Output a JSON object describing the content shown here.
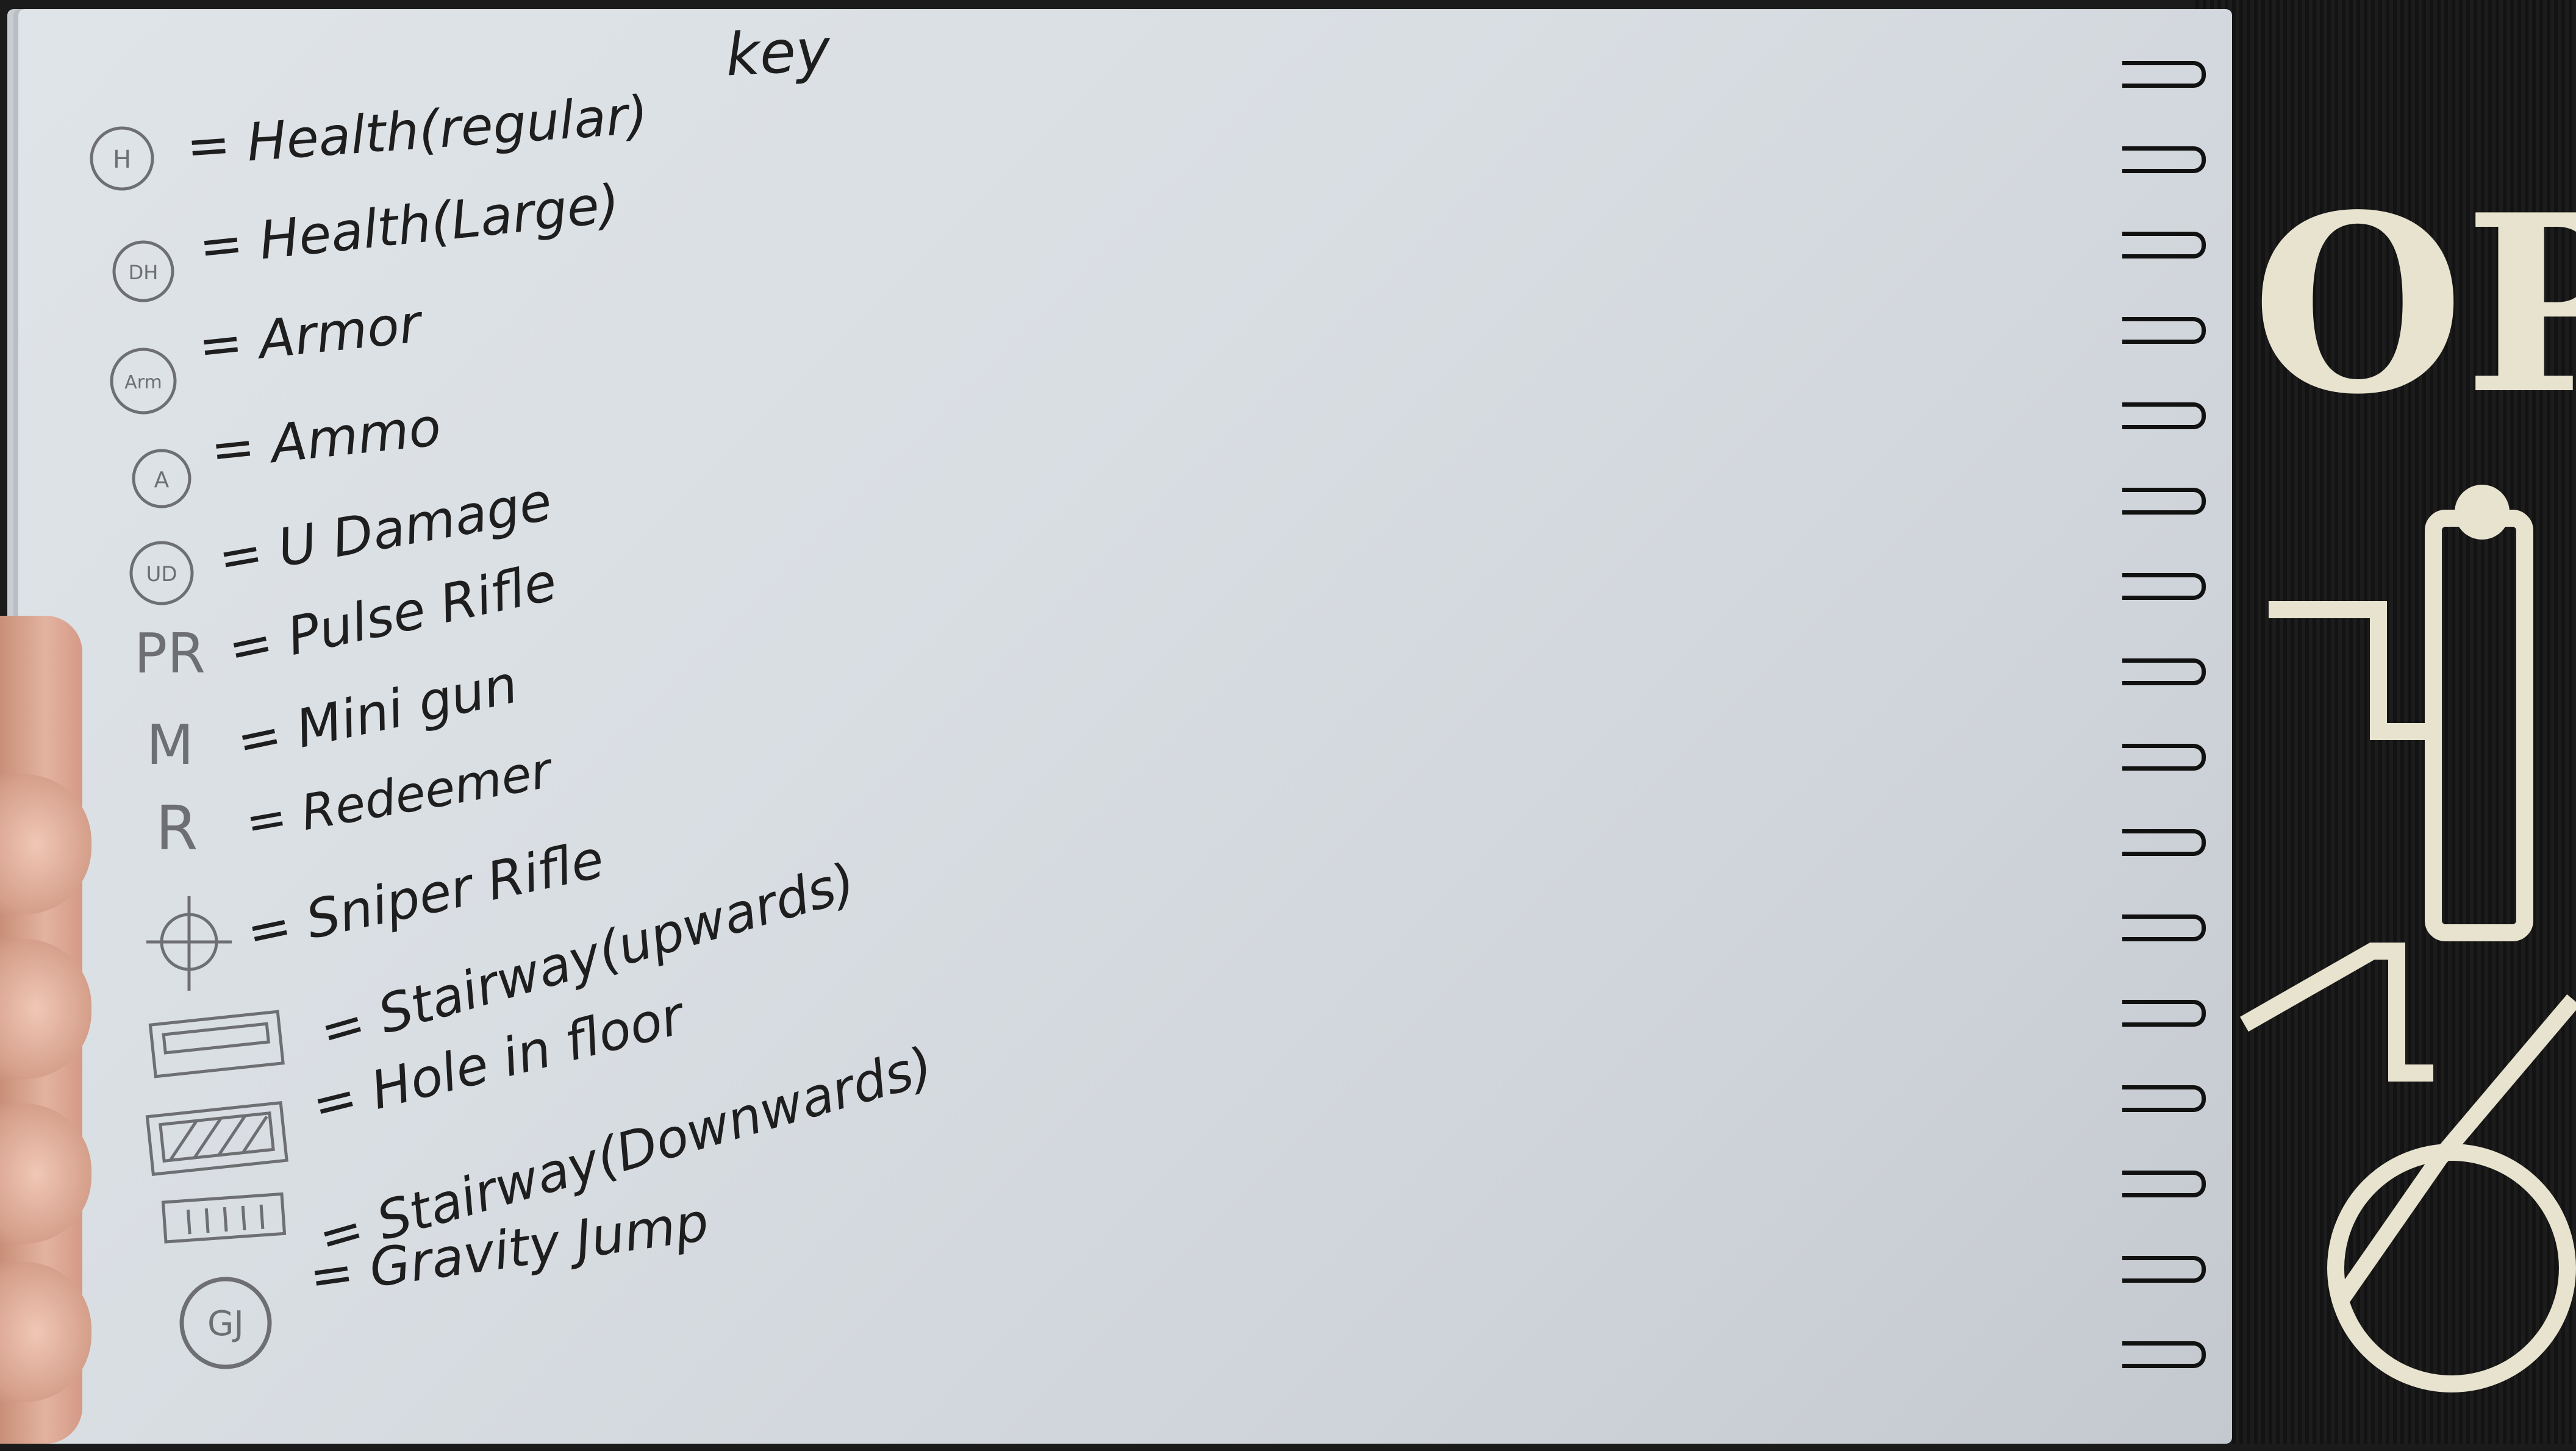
{
  "note": {
    "title": "key",
    "entries": [
      {
        "symbol": "H",
        "text": "= Health(regular)",
        "icon": "circle-letter-icon"
      },
      {
        "symbol": "DH",
        "text": "= Health(Large)",
        "icon": "circle-letter-icon"
      },
      {
        "symbol": "Arm",
        "text": "= Armor",
        "icon": "circle-letter-icon"
      },
      {
        "symbol": "A",
        "text": "= Ammo",
        "icon": "circle-letter-icon"
      },
      {
        "symbol": "UD",
        "text": "= U Damage",
        "icon": "circle-letter-icon"
      },
      {
        "symbol": "PR",
        "text": "= Pulse Rifle",
        "icon": "letters-icon"
      },
      {
        "symbol": "M",
        "text": "= Mini gun",
        "icon": "letters-icon"
      },
      {
        "symbol": "R",
        "text": "= Redeemer",
        "icon": "letters-icon"
      },
      {
        "symbol": "",
        "text": "= Sniper Rifle",
        "icon": "crosshair-icon"
      },
      {
        "symbol": "",
        "text": "= Stairway(upwards)",
        "icon": "rectangle-icon"
      },
      {
        "symbol": "",
        "text": "= Hole in floor",
        "icon": "hatched-rectangle-icon"
      },
      {
        "symbol": "",
        "text": "= Stairway(Downwards)",
        "icon": "striped-rectangle-icon"
      },
      {
        "symbol": "GJ",
        "text": "= Gravity Jump",
        "icon": "circle-letter-icon"
      }
    ]
  },
  "shirt_print": "OP",
  "colors": {
    "paper": "#d9dee3",
    "ink": "#1e1e1e",
    "pencil": "#6d6f72",
    "fabric": "#161616",
    "print": "#e7e3cf"
  }
}
